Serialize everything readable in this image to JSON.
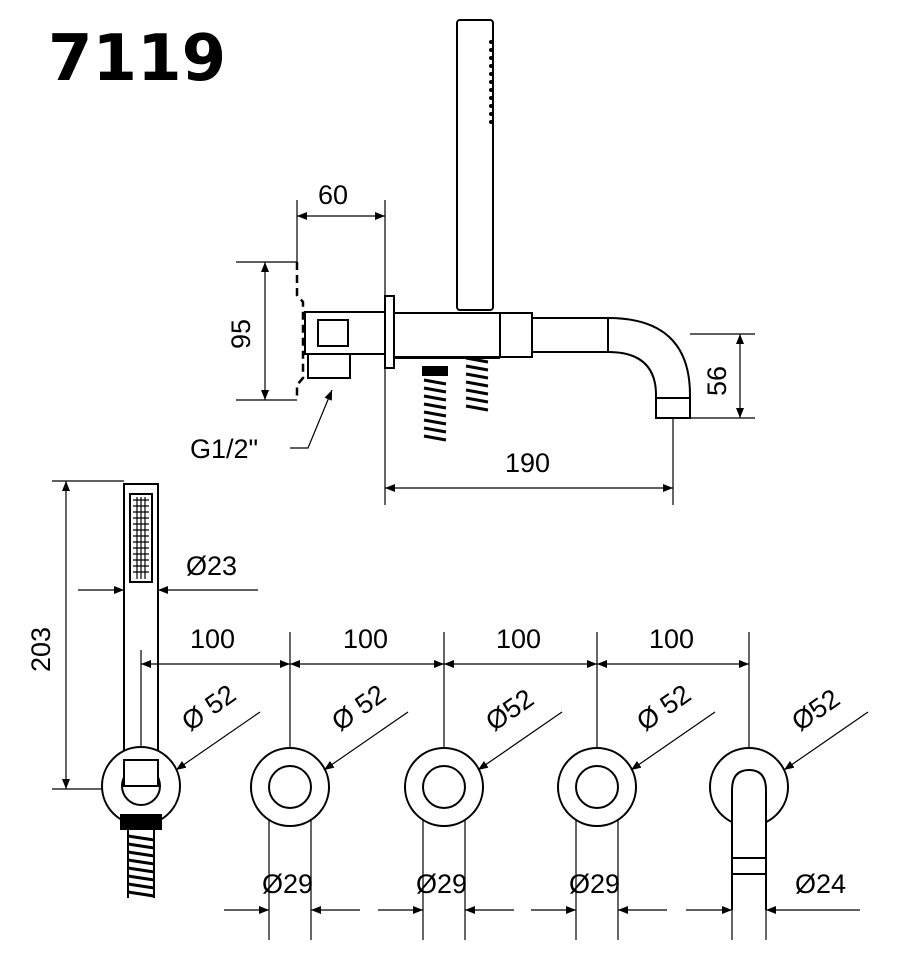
{
  "model_number": "7119",
  "dims": {
    "d60": "60",
    "d95": "95",
    "d56": "56",
    "d190": "190",
    "thread": "G1/2\"",
    "d203": "203",
    "d23": "Ø23",
    "d100": "100",
    "d52": "Ø52",
    "d52s": "Ø 52",
    "d29": "Ø29",
    "d24": "Ø24"
  },
  "colors": {
    "line": "#000000",
    "background": "#ffffff"
  }
}
